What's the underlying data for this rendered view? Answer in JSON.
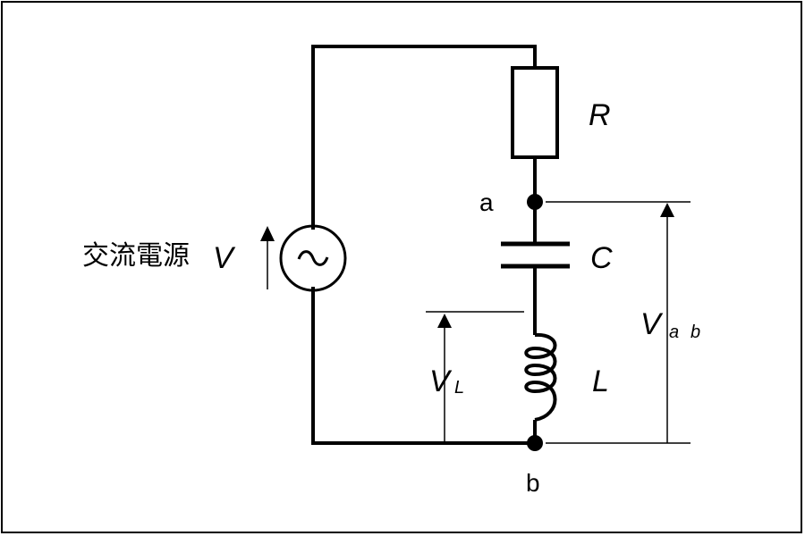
{
  "source": {
    "label": "交流電源",
    "symbol": "V"
  },
  "components": {
    "resistor": "R",
    "capacitor": "C",
    "inductor": "L"
  },
  "nodes": {
    "a": "a",
    "b": "b"
  },
  "voltages": {
    "vl": {
      "main": "V",
      "sub": "L"
    },
    "vab": {
      "main": "V",
      "sub1": "a",
      "sub2": "b"
    }
  },
  "colors": {
    "line": "#000000",
    "background": "#ffffff"
  }
}
